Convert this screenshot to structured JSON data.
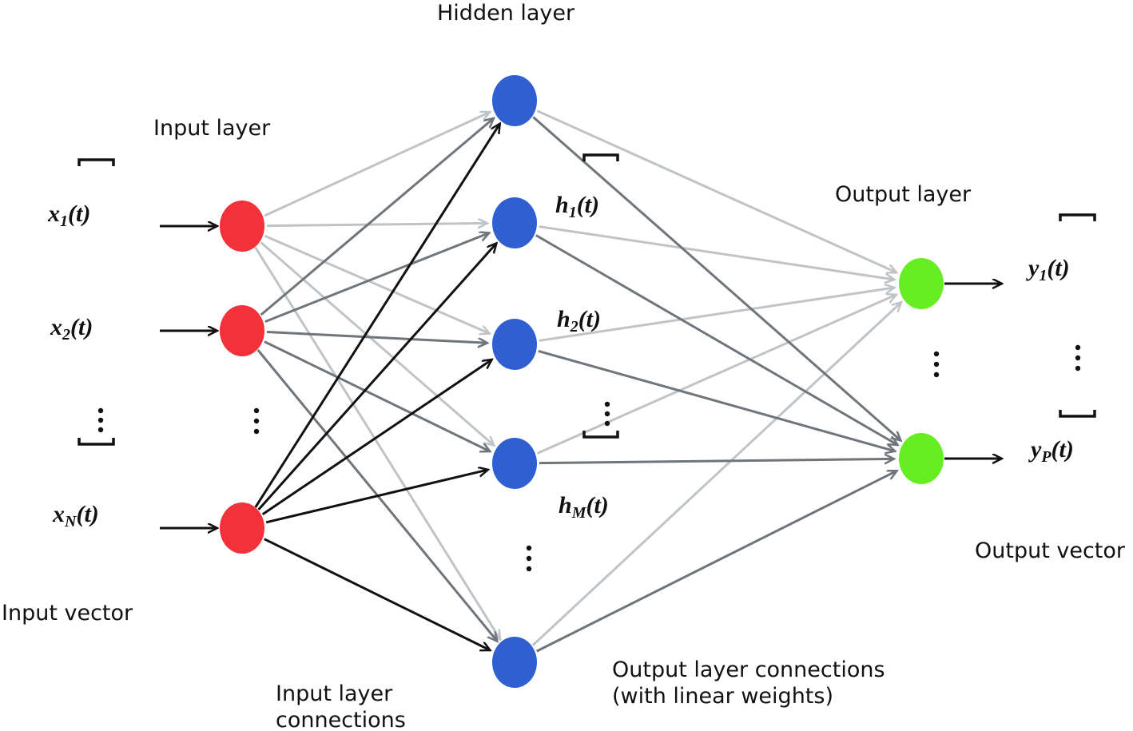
{
  "labels": {
    "hidden_layer": "Hidden layer",
    "input_layer": "Input layer",
    "output_layer": "Output layer",
    "input_vector": "Input vector",
    "output_vector": "Output vector",
    "input_connections_line1": "Input layer",
    "input_connections_line2": "connections",
    "output_connections_line1": "Output layer connections",
    "output_connections_line2": "(with linear weights)"
  },
  "inputs": [
    {
      "base": "x",
      "sub": "1",
      "arg": "(t)"
    },
    {
      "base": "x",
      "sub": "2",
      "arg": "(t)"
    },
    {
      "base": "x",
      "sub": "N",
      "arg": "(t)"
    }
  ],
  "hidden": [
    {
      "base": "h",
      "sub": "1",
      "arg": "(t)"
    },
    {
      "base": "h",
      "sub": "2",
      "arg": "(t)"
    },
    {
      "base": "h",
      "sub": "M",
      "arg": "(t)"
    }
  ],
  "outputs": [
    {
      "base": "y",
      "sub": "1",
      "arg": "(t)"
    },
    {
      "base": "y",
      "sub": "P",
      "arg": "(t)"
    }
  ],
  "colors": {
    "input_node": "#f2313b",
    "hidden_node": "#2f5fd0",
    "output_node": "#66ee22",
    "edge_light": "#c0c4c7",
    "edge_mid": "#6f757b",
    "edge_dark": "#111111"
  }
}
